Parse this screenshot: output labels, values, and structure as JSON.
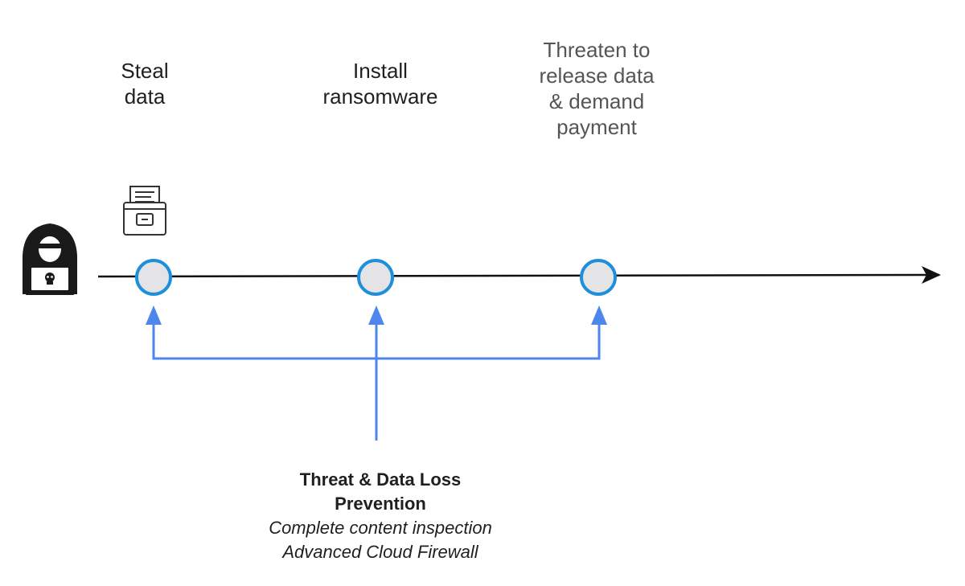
{
  "steps": [
    {
      "label": "Steal\ndata"
    },
    {
      "label": "Install\nransomware"
    },
    {
      "label": "Threaten to\nrelease data\n& demand\npayment"
    }
  ],
  "protection": {
    "title": "Threat & Data Loss\nPrevention",
    "lines": [
      "Complete content inspection",
      "Advanced Cloud Firewall"
    ]
  },
  "icons": {
    "attacker": "hooded-hacker-icon",
    "data": "data-archive-box-icon"
  },
  "colors": {
    "timeline": "#111111",
    "node_fill": "#e4e4e6",
    "node_stroke": "#1e8fd8",
    "protection_arrows": "#4f86ec",
    "hacker_body": "#1a1a1a"
  }
}
